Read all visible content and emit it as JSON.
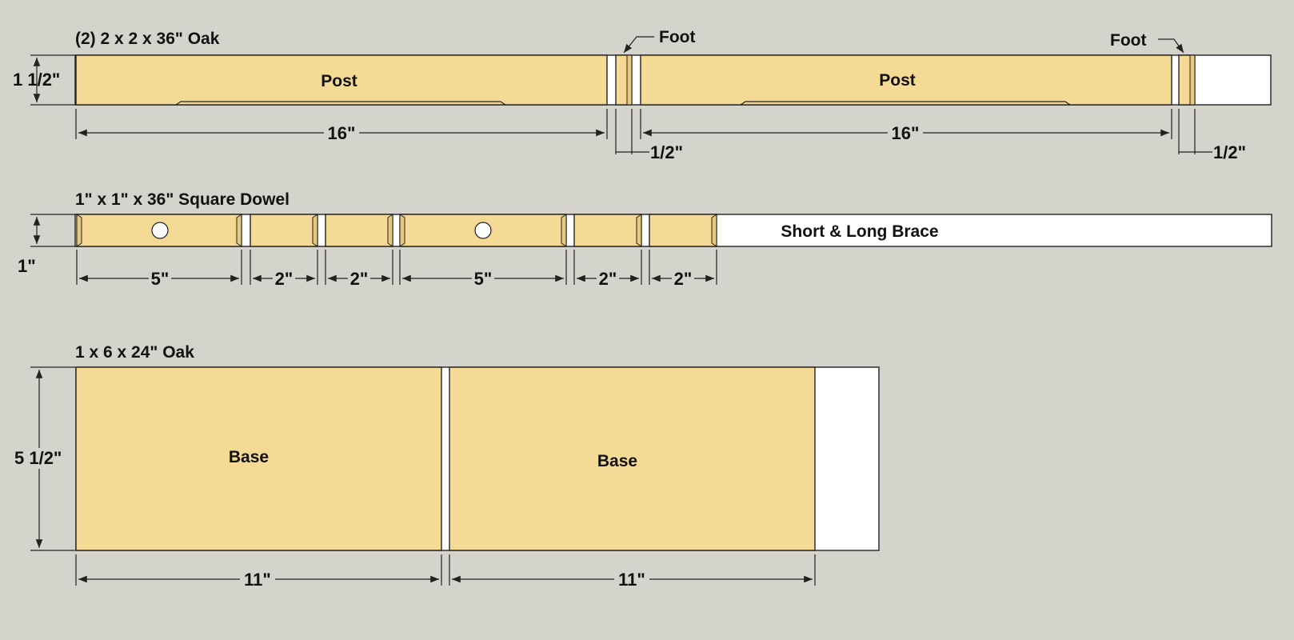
{
  "stock": [
    {
      "title": "(2) 2 x 2 x 36\" Oak",
      "thickness": "1 1/2\"",
      "parts": {
        "post_a": "Post",
        "post_b": "Post",
        "foot_a": "Foot",
        "foot_b": "Foot"
      },
      "dims": {
        "post_a": "16\"",
        "post_b": "16\"",
        "foot_a": "1/2\"",
        "foot_b": "1/2\""
      }
    },
    {
      "title": "1\" x 1\" x 36\" Square Dowel",
      "thickness": "1\"",
      "waste_label": "Short & Long Brace",
      "dims": [
        "5\"",
        "2\"",
        "2\"",
        "5\"",
        "2\"",
        "2\""
      ]
    },
    {
      "title": "1 x 6 x 24\" Oak",
      "thickness": "5 1/2\"",
      "parts": {
        "base_a": "Base",
        "base_b": "Base"
      },
      "dims": {
        "base_a": "11\"",
        "base_b": "11\""
      }
    }
  ],
  "colors": {
    "wood": "#f5da96",
    "background": "#d4d3cc",
    "waste": "#ffffff"
  }
}
